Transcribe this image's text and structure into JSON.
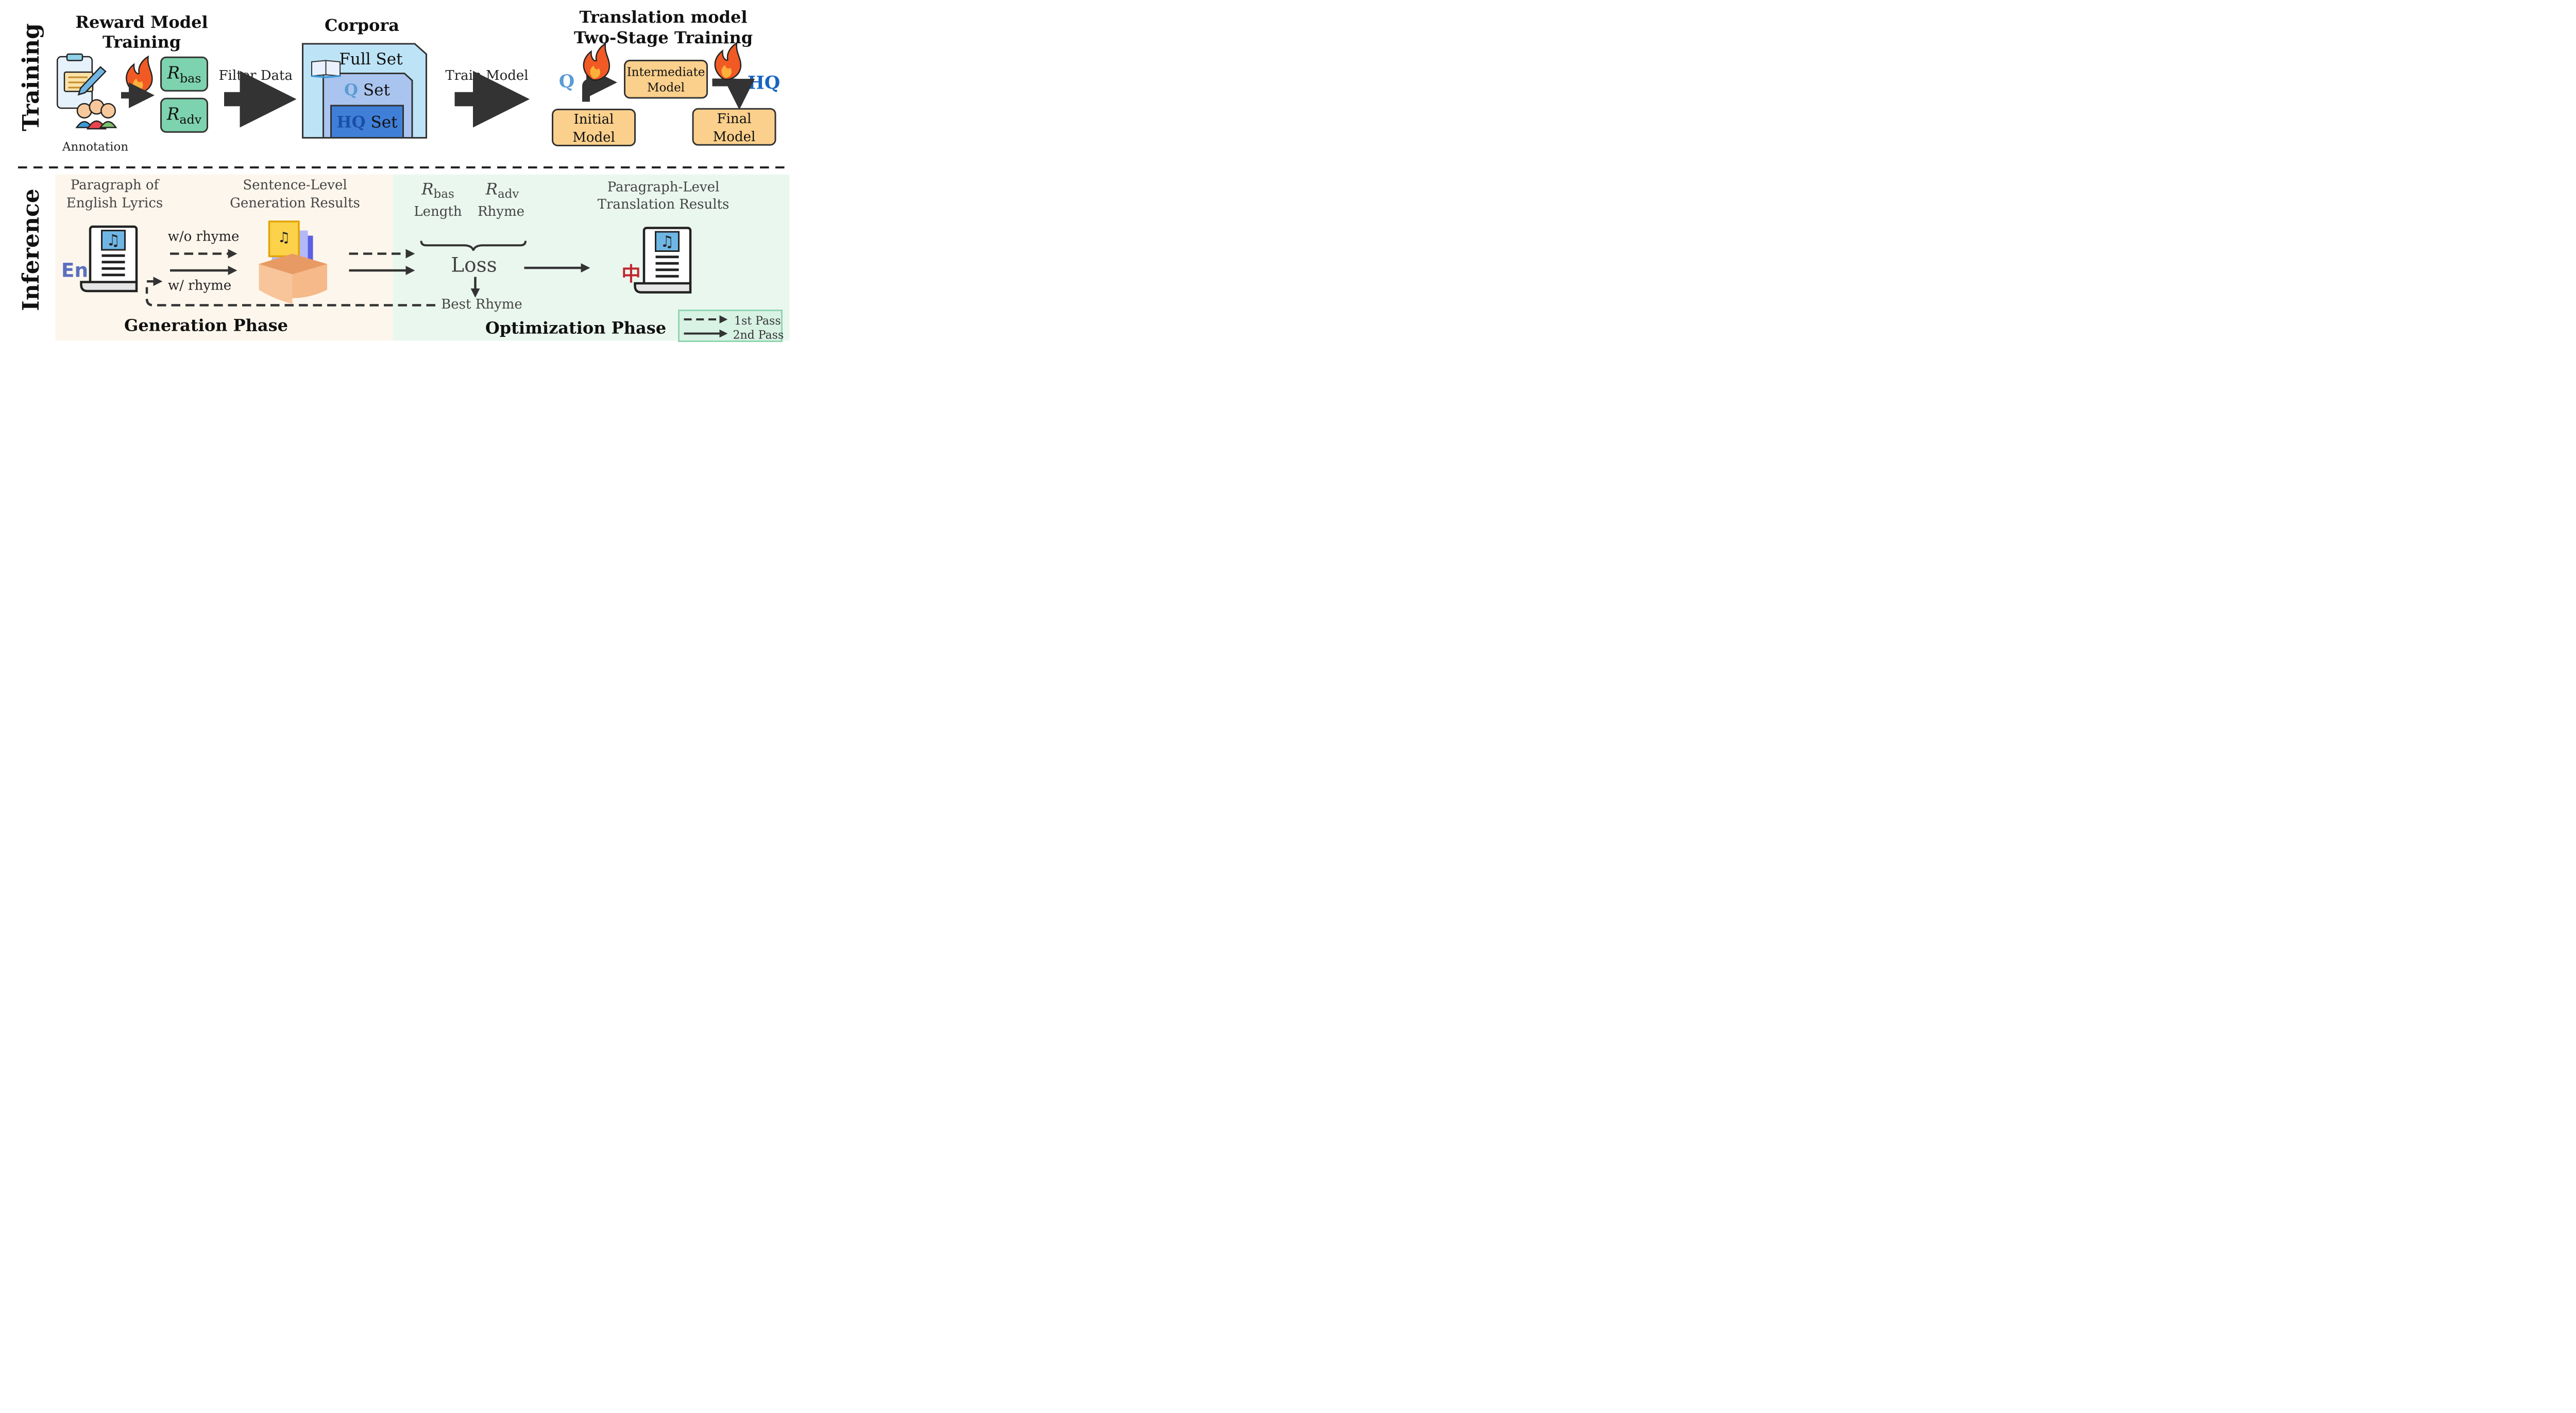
{
  "sections": {
    "training": "Training",
    "inference": "Inference"
  },
  "training": {
    "reward_model": {
      "title_line1": "Reward Model",
      "title_line2": "Training",
      "annotation": "Annotation",
      "r_bas": {
        "symbol": "R",
        "sub": "bas"
      },
      "r_adv": {
        "symbol": "R",
        "sub": "adv"
      }
    },
    "filter_label": "Filter Data",
    "corpora": {
      "title": "Corpora",
      "full_set": "Full Set",
      "q_prefix": "Q",
      "q_set": "Set",
      "hq_prefix": "HQ",
      "hq_set": "Set"
    },
    "train_label": "Train Model",
    "translation": {
      "title_line1": "Translation model",
      "title_line2": "Two-Stage Training",
      "q_label": "Q",
      "hq_label": "HQ",
      "initial": [
        "Initial",
        "Model"
      ],
      "intermediate": [
        "Intermediate",
        "Model"
      ],
      "final": [
        "Final",
        "Model"
      ]
    }
  },
  "inference": {
    "input_label": [
      "Paragraph of",
      "English Lyrics"
    ],
    "en_label": "En",
    "sentence_label": [
      "Sentence-Level",
      "Generation Results"
    ],
    "wo_rhyme": "w/o rhyme",
    "w_rhyme": "w/ rhyme",
    "r_bas": {
      "symbol": "R",
      "sub": "bas",
      "desc": "Length"
    },
    "r_adv": {
      "symbol": "R",
      "sub": "adv",
      "desc": "Rhyme"
    },
    "loss": "Loss",
    "best_rhyme": "Best Rhyme",
    "output_label": [
      "Paragraph-Level",
      "Translation Results"
    ],
    "zh_label": "中",
    "generation_phase": "Generation Phase",
    "optimization_phase": "Optimization Phase",
    "legend": {
      "first_pass": "1st Pass",
      "second_pass": "2nd Pass"
    }
  },
  "colors": {
    "green_box": "#7dd3ad",
    "orange_box": "#fbd08c",
    "gen_bg": "#fdf6ec",
    "opt_bg": "#eaf7ef",
    "blue_dark": "#1565c0",
    "blue_light": "#5b9bd5",
    "en_blue": "#5b6fc0",
    "zh_red": "#c0272d"
  }
}
